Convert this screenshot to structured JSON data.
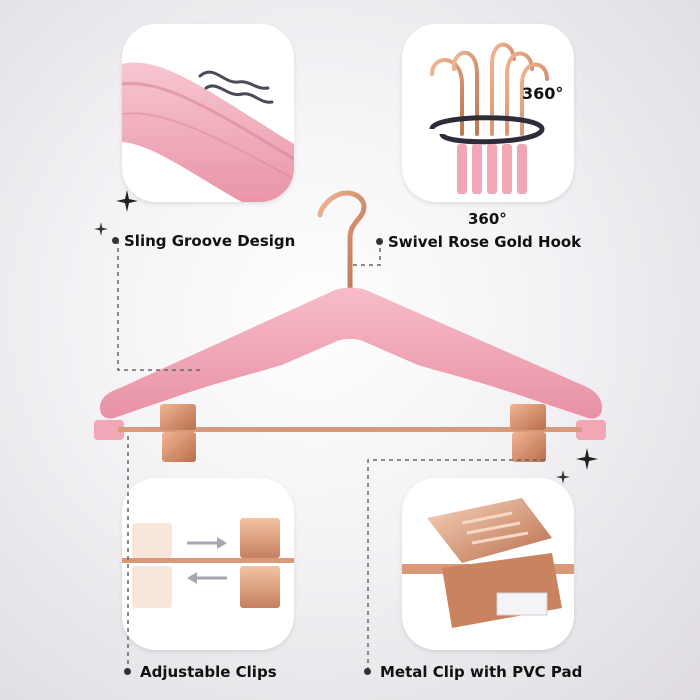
{
  "features": {
    "sling_groove": {
      "label": "Sling Groove Design"
    },
    "swivel_hook": {
      "badge": "360°",
      "label_line1": "360°",
      "label_line2": "Swivel Rose Gold Hook"
    },
    "adjustable_clips": {
      "label": "Adjustable Clips"
    },
    "metal_clip": {
      "label": "Metal Clip with PVC Pad"
    }
  },
  "colors": {
    "hanger_pink": "#f2a7b7",
    "rose_gold": "#d98f6e",
    "background": "#e8e6ea"
  }
}
